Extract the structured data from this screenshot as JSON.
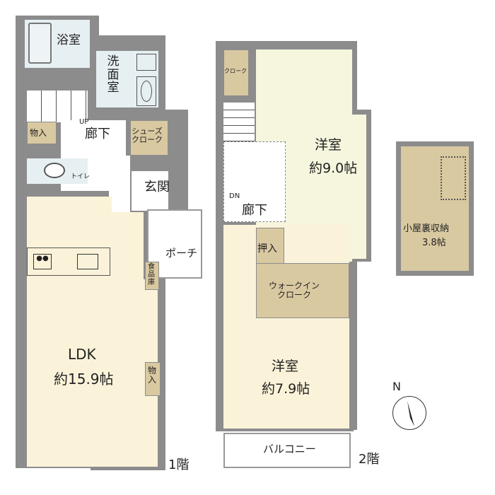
{
  "floor1": {
    "label": "1階",
    "rooms": {
      "bath": "浴室",
      "washroom": "洗面室",
      "storage1": "物入",
      "up": "UP",
      "hallway": "廊下",
      "shoe_closet": "シューズ\nクローク",
      "toilet": "トイレ",
      "entrance": "玄関",
      "porch": "ポーチ",
      "pantry": "食品庫",
      "ldk_name": "LDK",
      "ldk_size": "約15.9帖",
      "storage2": "物入"
    }
  },
  "floor2": {
    "label": "2階",
    "rooms": {
      "closet": "クローク",
      "room1_name": "洋室",
      "room1_size": "約9.0帖",
      "dn": "DN",
      "hallway": "廊下",
      "oshiire": "押入",
      "wic": "ウォークイン\nクローク",
      "room2_name": "洋室",
      "room2_size": "約7.9帖",
      "balcony": "バルコニー"
    }
  },
  "attic": {
    "name": "小屋裏収納",
    "size": "3.8帖"
  },
  "compass": {
    "label": "N"
  },
  "colors": {
    "wall": "#8c8c8c",
    "ldk": "#fbf3d9",
    "storage": "#d9c9a1",
    "wet": "#e6eff2",
    "western_room": "#f6f5de"
  }
}
